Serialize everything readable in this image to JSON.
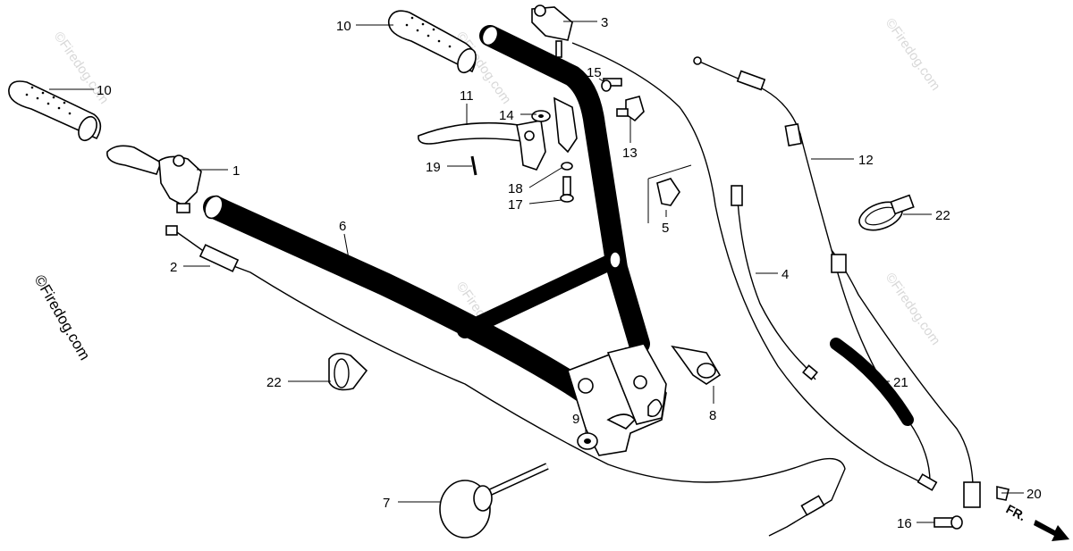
{
  "diagram": {
    "callouts": [
      {
        "id": "c10a",
        "label": "10"
      },
      {
        "id": "c10b",
        "label": "10"
      },
      {
        "id": "c3",
        "label": "3"
      },
      {
        "id": "c11",
        "label": "11"
      },
      {
        "id": "c14",
        "label": "14"
      },
      {
        "id": "c15",
        "label": "15"
      },
      {
        "id": "c13",
        "label": "13"
      },
      {
        "id": "c1",
        "label": "1"
      },
      {
        "id": "c19",
        "label": "19"
      },
      {
        "id": "c18",
        "label": "18"
      },
      {
        "id": "c17",
        "label": "17"
      },
      {
        "id": "c12",
        "label": "12"
      },
      {
        "id": "c22a",
        "label": "22"
      },
      {
        "id": "c5",
        "label": "5"
      },
      {
        "id": "c6",
        "label": "6"
      },
      {
        "id": "c2",
        "label": "2"
      },
      {
        "id": "c4",
        "label": "4"
      },
      {
        "id": "c22b",
        "label": "22"
      },
      {
        "id": "c21",
        "label": "21"
      },
      {
        "id": "c8",
        "label": "8"
      },
      {
        "id": "c9",
        "label": "9"
      },
      {
        "id": "c7",
        "label": "7"
      },
      {
        "id": "c20",
        "label": "20"
      },
      {
        "id": "c16",
        "label": "16"
      }
    ],
    "direction_label": "FR.",
    "watermark_text": "©Firedog.com",
    "side_watermark_text": "©Firedog.com"
  }
}
